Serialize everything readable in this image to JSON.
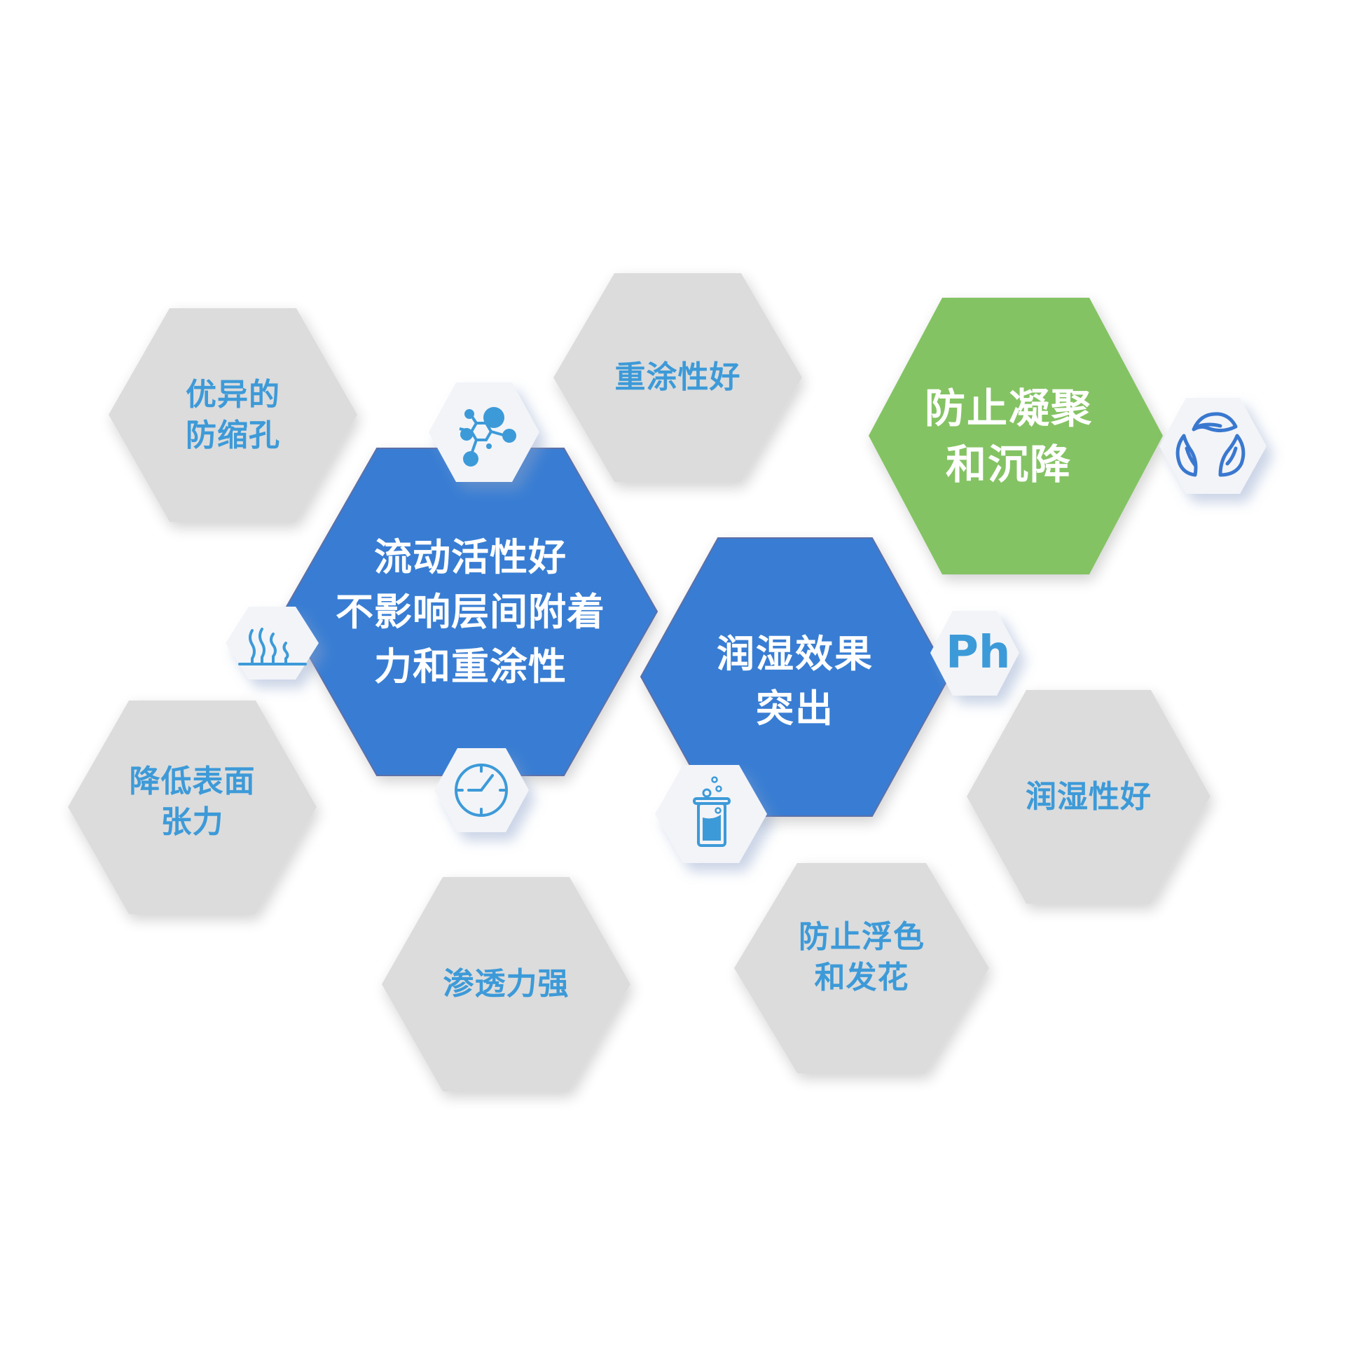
{
  "colors": {
    "background": "#ffffff",
    "gray_hex": "#dcdcdc",
    "blue_hex": "#387dd3",
    "green_hex": "#84c364",
    "icon_hex": "#f2f4f8",
    "gray_text": "#3d9ad8",
    "white_text": "#ffffff",
    "icon_blue": "#3d9ad8",
    "icon_dark_blue": "#3a78cf"
  },
  "hexagons": [
    {
      "id": "excellent-anti-cratering",
      "style": "gray",
      "lines": [
        "优异的",
        "防缩孔"
      ]
    },
    {
      "id": "good-recoatability",
      "style": "gray",
      "lines": [
        "重涂性好"
      ]
    },
    {
      "id": "prevent-flocculation-settling",
      "style": "green",
      "lines": [
        "防止凝聚",
        "和沉降"
      ]
    },
    {
      "id": "good-flow-activity",
      "style": "blue",
      "lines": [
        "流动活性好",
        "不影响层间附着",
        "力和重涂性"
      ]
    },
    {
      "id": "outstanding-wetting",
      "style": "blue",
      "lines": [
        "润湿效果",
        "突出"
      ]
    },
    {
      "id": "reduce-surface-tension",
      "style": "gray",
      "lines": [
        "降低表面",
        "张力"
      ]
    },
    {
      "id": "strong-penetration",
      "style": "gray",
      "lines": [
        "渗透力强"
      ]
    },
    {
      "id": "prevent-floating-flooding",
      "style": "gray",
      "lines": [
        "防止浮色",
        "和发花"
      ]
    },
    {
      "id": "good-wettability",
      "style": "gray",
      "lines": [
        "润湿性好"
      ]
    }
  ],
  "icons": [
    {
      "id": "molecule",
      "name": "molecule-icon"
    },
    {
      "id": "surface",
      "name": "surface-steam-icon"
    },
    {
      "id": "clock",
      "name": "clock-icon"
    },
    {
      "id": "beaker",
      "name": "beaker-icon"
    },
    {
      "id": "ph",
      "name": "ph-icon",
      "text": "Ph"
    },
    {
      "id": "recycle",
      "name": "recycle-leaf-icon"
    }
  ]
}
